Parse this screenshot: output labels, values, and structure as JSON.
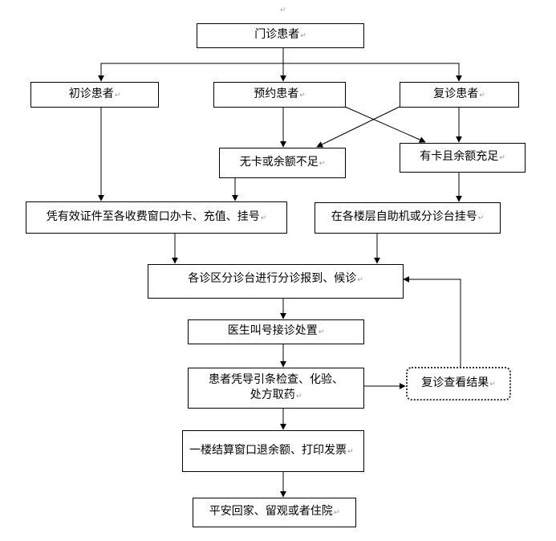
{
  "nodes": {
    "outpatient": "门诊患者",
    "first_visit": "初诊患者",
    "appointment": "预约患者",
    "return_visit": "复诊患者",
    "no_card": "无卡或余额不足",
    "has_card": "有卡且余额充足",
    "window_register": "凭有效证件至各收费窗口办卡、充值、挂号",
    "self_service": "在各楼层自助机或分诊台挂号",
    "triage": "各诊区分诊台进行分诊报到、候诊",
    "doctor_call": "医生叫号接诊处置",
    "exam": "患者凭导引条检查、化验、处方取药",
    "review_results": "复诊查看结果",
    "settlement": "一楼结算窗口退余额、打印发票",
    "leave": "平安回家、留观或者住院"
  }
}
